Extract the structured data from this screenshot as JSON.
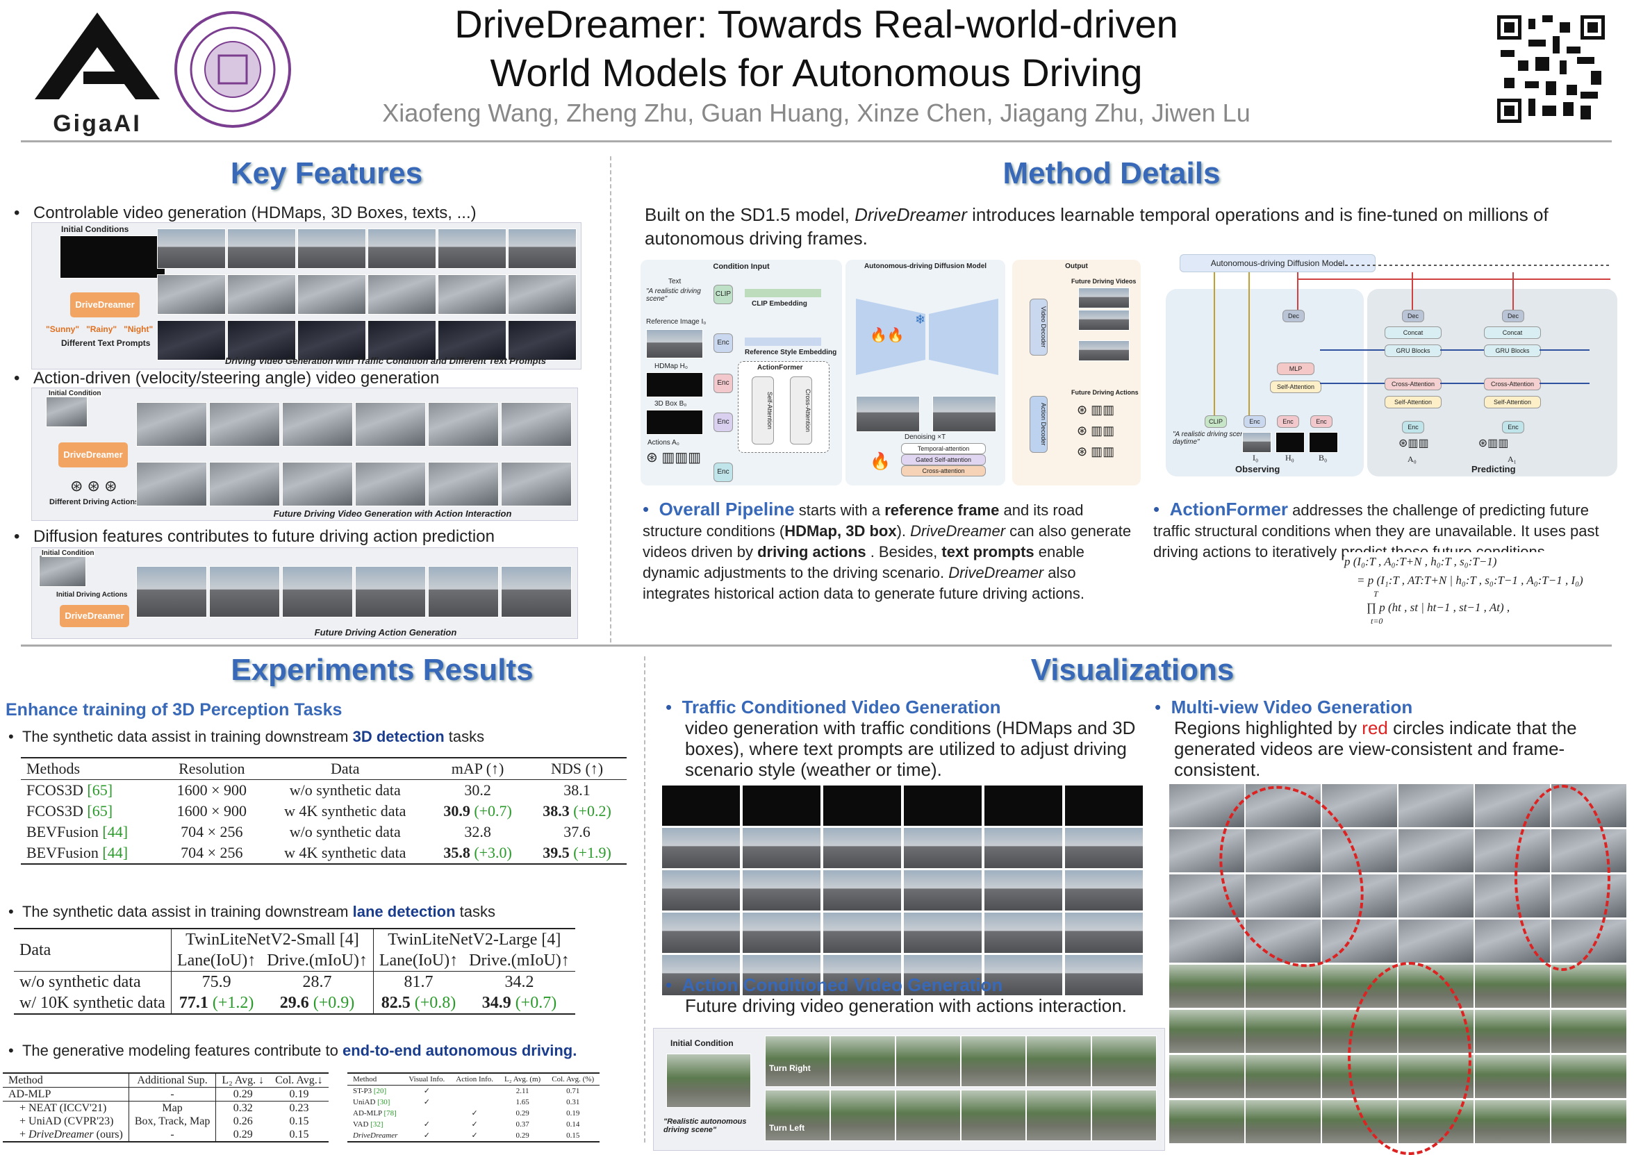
{
  "header": {
    "logo_left_text": "GigaAI",
    "title_line1": "DriveDreamer: Towards Real-world-driven",
    "title_line2": "World Models for Autonomous Driving",
    "authors": "Xiaofeng Wang, Zheng Zhu, Guan Huang, Xinze Chen, Jiagang Zhu, Jiwen Lu"
  },
  "key_features": {
    "title": "Key Features",
    "bullet1": "Controlable video generation (HDMaps, 3D Boxes, texts, ...)",
    "bullet2": "Action-driven (velocity/steering angle) video generation",
    "bullet3": "Diffusion features contributes to future driving action prediction",
    "fig1": {
      "initial": "Initial Conditions",
      "model": "DriveDreamer",
      "prompts": [
        "\"Sunny\"",
        "\"Rainy\"",
        "\"Night\""
      ],
      "prompts_label": "Different Text Prompts",
      "caption": "Driving Video Generation with Traffic Condition and Different Text Prompts"
    },
    "fig2": {
      "initial": "Initial Condition",
      "model": "DriveDreamer",
      "actions_label": "Different Driving Actions",
      "caption": "Future Driving Video Generation with Action Interaction"
    },
    "fig3": {
      "initial": "Initial Condition",
      "actions_label": "Initial Driving Actions",
      "model": "DriveDreamer",
      "caption": "Future Driving Action Generation"
    }
  },
  "method": {
    "title": "Method Details",
    "intro_a": "Built on the SD1.5 model, ",
    "intro_b": "DriveDreamer",
    "intro_c": " introduces learnable temporal operations and is fine-tuned on millions of autonomous driving frames.",
    "diagram1": {
      "condition_input": "Condition Input",
      "text_label": "Text",
      "text_prompt": "\"A realistic driving scene\"",
      "clip": "CLIP",
      "clip_emb": "CLIP Embedding",
      "ref_image": "Reference Image I₀",
      "enc": "Enc",
      "ref_emb": "Reference Style Embedding",
      "hdmap": "HDMap H₀",
      "box3d": "3D Box B₀",
      "actions": "Actions A₀",
      "actionformer": "ActionFormer",
      "self_attention": "Self-Attention",
      "cross_attention": "Cross-Attention",
      "diffusion_model": "Autonomous-driving Diffusion Model",
      "denoising": "Denoising ×T",
      "temporal_attention": "Temporal-attention",
      "gated_self_attention": "Gated Self-attention",
      "cross_attention2": "Cross-attention",
      "output": "Output",
      "future_videos": "Future Driving Videos",
      "future_actions": "Future Driving Actions",
      "video_decoder": "Video Decoder",
      "action_decoder": "Action Decoder"
    },
    "diagram2": {
      "title": "Autonomous-driving Diffusion Model",
      "clip": "CLIP",
      "prompt": "\"A realistic driving scene, daytime\"",
      "enc": "Enc",
      "dec": "Dec",
      "mlp": "MLP",
      "self_attention": "Self-Attention",
      "concat": "Concat",
      "gru": "GRU Blocks",
      "cross_attention": "Cross-Attention",
      "observing": "Observing",
      "predicting": "Predicting",
      "i0": "I₀",
      "h0": "H₀",
      "b0": "B₀",
      "a0": "A₀",
      "a1": "A₁"
    },
    "pipeline": {
      "head": "Overall Pipeline",
      "t1": " starts with a ",
      "b1": "reference frame",
      "t2": " and its road structure conditions (",
      "b2": "HDMap, 3D box",
      "t3": "). ",
      "i1": "DriveDreamer",
      "t4": " can also generate videos driven by ",
      "b3": "driving actions",
      "t5": " . Besides, ",
      "b4": "text prompts",
      "t6": " enable dynamic adjustments to the driving scenario. ",
      "i2": "DriveDreamer",
      "t7": " also integrates historical action data to generate future driving actions."
    },
    "actionformer": {
      "head": "ActionFormer",
      "t1": " addresses the challenge of predicting future traffic structural conditions when they are unavailable. It uses past driving actions to iteratively predict these future conditions.",
      "eq1": "p (I₀:T , A₀:T+N , h₀:T , s₀:T−1)",
      "eq2": "= p (I₁:T , AT:T+N | h₀:T , s₀:T−1 , A₀:T−1 , I₀)",
      "eq3": "∏ p (ht , st | ht−1 , st−1 , At) ,",
      "eq3_top": "T",
      "eq3_bottom": "t=0"
    }
  },
  "experiments": {
    "title": "Experiments Results",
    "subtitle": "Enhance training of 3D Perception Tasks",
    "b1_a": "The synthetic data assist in training downstream ",
    "b1_b": "3D detection",
    "b1_c": " tasks",
    "t1_headers": [
      "Methods",
      "Resolution",
      "Data",
      "mAP (↑)",
      "NDS (↑)"
    ],
    "t1_rows": [
      {
        "m": "FCOS3D",
        "ref": "[65]",
        "res": "1600 × 900",
        "data": "w/o synthetic data",
        "map": "30.2",
        "map_d": "",
        "nds": "38.1",
        "nds_d": ""
      },
      {
        "m": "FCOS3D",
        "ref": "[65]",
        "res": "1600 × 900",
        "data": "w 4K synthetic data",
        "map": "30.9",
        "map_d": "(+0.7)",
        "nds": "38.3",
        "nds_d": "(+0.2)"
      },
      {
        "m": "BEVFusion",
        "ref": "[44]",
        "res": "704 × 256",
        "data": "w/o synthetic data",
        "map": "32.8",
        "map_d": "",
        "nds": "37.6",
        "nds_d": ""
      },
      {
        "m": "BEVFusion",
        "ref": "[44]",
        "res": "704 × 256",
        "data": "w 4K synthetic data",
        "map": "35.8",
        "map_d": "(+3.0)",
        "nds": "39.5",
        "nds_d": "(+1.9)"
      }
    ],
    "b2_a": "The synthetic data assist in training downstream ",
    "b2_b": "lane detection",
    "b2_c": " tasks",
    "t2_group_small": "TwinLiteNetV2-Small [4]",
    "t2_group_large": "TwinLiteNetV2-Large [4]",
    "t2_data": "Data",
    "t2_sub": [
      "Lane(IoU)↑",
      "Drive.(mIoU)↑",
      "Lane(IoU)↑",
      "Drive.(mIoU)↑"
    ],
    "t2_rows": [
      {
        "data": "w/o synthetic data",
        "v": [
          "75.9",
          "28.7",
          "81.7",
          "34.2"
        ],
        "d": [
          "",
          "",
          "",
          ""
        ]
      },
      {
        "data": "w/ 10K synthetic data",
        "v": [
          "77.1",
          "29.6",
          "82.5",
          "34.9"
        ],
        "d": [
          "(+1.2)",
          "(+0.9)",
          "(+0.8)",
          "(+0.7)"
        ]
      }
    ],
    "b3_a": "The generative modeling features contribute to ",
    "b3_b": "end-to-end autonomous driving.",
    "t3_headers": [
      "Method",
      "Additional Sup.",
      "L₂ Avg. ↓",
      "Col. Avg.↓"
    ],
    "t3_rows": [
      [
        "AD-MLP",
        "-",
        "0.29",
        "0.19"
      ],
      [
        "+ NEAT (ICCV'21)",
        "Map",
        "0.32",
        "0.23"
      ],
      [
        "+ UniAD (CVPR'23)",
        "Box, Track, Map",
        "0.26",
        "0.15"
      ],
      [
        "+ DriveDreamer (ours)",
        "-",
        "0.29",
        "0.15"
      ]
    ],
    "t4_headers": [
      "Method",
      "Visual Info.",
      "Action Info.",
      "L₂ Avg. (m)",
      "Col. Avg. (%)"
    ],
    "t4_rows": [
      [
        "ST-P3 [20]",
        "✓",
        "",
        "2.11",
        "0.71"
      ],
      [
        "UniAD [30]",
        "✓",
        "",
        "1.65",
        "0.31"
      ],
      [
        "AD-MLP [78]",
        "",
        "✓",
        "0.29",
        "0.19"
      ],
      [
        "VAD [32]",
        "✓",
        "✓",
        "0.37",
        "0.14"
      ],
      [
        "DriveDreamer",
        "✓",
        "✓",
        "0.29",
        "0.15"
      ]
    ]
  },
  "visualizations": {
    "title": "Visualizations",
    "traffic_head": "Traffic Conditioned Video Generation",
    "traffic_text": "video generation with traffic conditions (HDMaps and 3D boxes), where text prompts are utilized to adjust driving scenario style (weather or time).",
    "action_head": "Action Conditioned Video Generation",
    "action_text": "Future driving video generation with actions interaction.",
    "action_initial": "Initial Condition",
    "action_prompt": "\"Realistic autonomous driving scene\"",
    "turn_right": "Turn Right",
    "turn_left": "Turn Left",
    "multi_head": "Multi-view Video Generation",
    "multi_a": "Regions highlighted by ",
    "multi_red": "red",
    "multi_b": " circles indicate that the generated videos are view-consistent and frame-consistent."
  },
  "colors": {
    "title_blue": "#3868b8",
    "accent_orange": "#f2a463",
    "red": "#d22222",
    "green": "#2a9a2a"
  }
}
